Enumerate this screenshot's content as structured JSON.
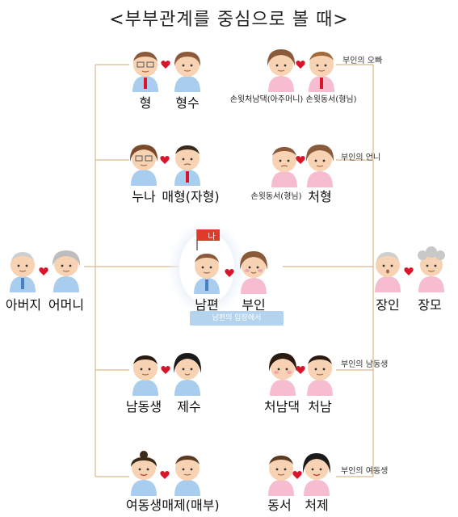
{
  "title": "<부부관계를 중심으로 볼 때>",
  "left_side": {
    "parents": {
      "father": "아버지",
      "mother": "어머니"
    },
    "older_brother": {
      "husband": "형",
      "wife": "형수"
    },
    "older_sister": {
      "wife": "누나",
      "husband": "매형(자형)"
    },
    "younger_brother": {
      "husband": "남동생",
      "wife": "제수"
    },
    "younger_sister": {
      "wife": "여동생",
      "husband": "매제(매부)"
    }
  },
  "center": {
    "husband": "남편",
    "wife": "부인",
    "me_flag": "나",
    "perspective": "남편의 입장에서"
  },
  "right_side": {
    "parents": {
      "father": "장인",
      "mother": "장모"
    },
    "wife_older_brother": {
      "note": "부인의 오빠",
      "wife": "손윗처남댁(아주머니)",
      "husband": "손윗동서(형님)"
    },
    "wife_older_sister": {
      "note": "부인의 언니",
      "husband": "손윗동서(형님)",
      "wife": "처형"
    },
    "wife_younger_brother": {
      "note": "부인의 남동생",
      "wife": "처남댁",
      "husband": "처남"
    },
    "wife_younger_sister": {
      "note": "부인의 여동생",
      "husband": "동서",
      "wife": "처제"
    }
  },
  "colors": {
    "male_shirt": "#a9cdef",
    "female_shirt": "#f6bcd0",
    "skin": "#f7d3b3",
    "line": "#d9b98d",
    "heart": "#d8162b",
    "badge": "#b4d3ef",
    "flag": "#e03a2c"
  }
}
